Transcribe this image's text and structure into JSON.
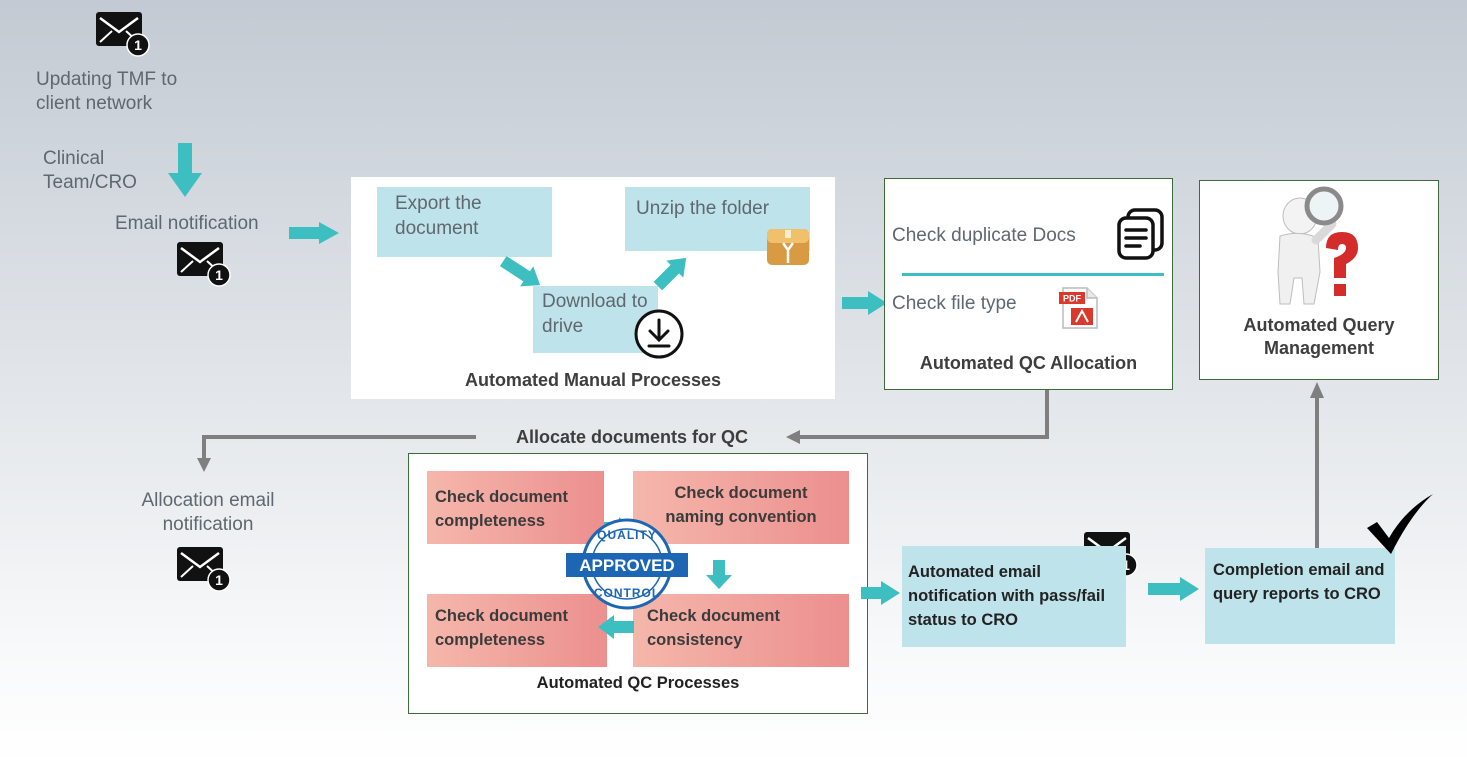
{
  "top_left": {
    "updating_label": "Updating TMF to client network",
    "clinical_label": "Clinical Team/CRO",
    "email_label": "Email notification"
  },
  "manual": {
    "export_label": "Export the document",
    "unzip_label": "Unzip the folder",
    "download_label": "Download to drive",
    "title": "Automated Manual Processes"
  },
  "qc_alloc": {
    "check_dup_label": "Check duplicate Docs",
    "check_file_label": "Check file type",
    "pdf_text": "PDF",
    "title": "Automated QC Allocation"
  },
  "query": {
    "title": "Automated Query Management"
  },
  "allocate": {
    "label": "Allocate documents for QC",
    "email_label": "Allocation email notification"
  },
  "qc_proc": {
    "tl": "Check document completeness",
    "tr": "Check document naming convention",
    "bl": "Check document completeness",
    "br": "Check document consistency",
    "seal_top": "QUALITY",
    "seal_mid": "APPROVED",
    "seal_bot": "CONTROL",
    "title": "Automated QC Processes"
  },
  "auto_email": {
    "label": "Automated email notification with pass/fail status to CRO"
  },
  "completion": {
    "label": "Completion email and query reports to CRO"
  },
  "badge_count": "1",
  "icons": [
    "envelope-icon",
    "download-icon",
    "zip-folder-icon",
    "document-icon",
    "pdf-icon",
    "magnifier-figure-icon",
    "quality-seal-icon",
    "checkmark-icon"
  ],
  "colors": {
    "accent_teal": "#3dbfc2",
    "connector_gray": "#7f7f7f",
    "box_cyan": "#bfe3ea",
    "step_red": "#ec8f8f",
    "border_green": "#3f6b3a"
  }
}
